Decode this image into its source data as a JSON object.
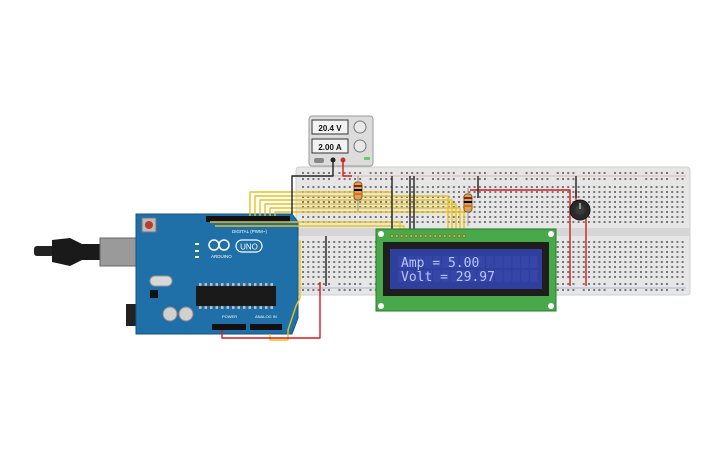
{
  "power_supply": {
    "voltage_display": "20.4 V",
    "current_display": "2.00 A"
  },
  "arduino": {
    "digital_header_label": "DIGITAL (PWM~)",
    "brand_label": "ARDUINO",
    "model_label": "UNO",
    "power_header_label": "POWER",
    "analog_header_label": "ANALOG IN"
  },
  "lcd": {
    "line1": "Amp = 5.00",
    "line2": "Volt = 29.97"
  },
  "colors": {
    "wire_yellow": "#e8c21a",
    "wire_red": "#d7191c",
    "wire_black": "#222222",
    "arduino_board": "#1f6fa8",
    "lcd_pcb": "#47a94a",
    "lcd_screen": "#2f3f9e",
    "lcd_text": "#b9c6ff",
    "breadboard": "#e8e8e8"
  }
}
